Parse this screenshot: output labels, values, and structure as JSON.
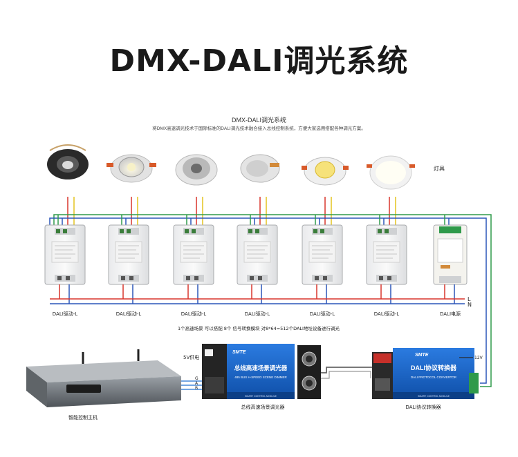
{
  "title": "DMX-DALI调光系统",
  "subtitle": "DMX-DALI调光系统",
  "description": "将DMX高速调光技术于国际标准的DALI调光技术融合接入总线控制系统，方便大家选用搭配各种调光方案。",
  "fixtures_label": "灯具",
  "drivers": [
    {
      "label": "DALI驱动-L"
    },
    {
      "label": "DALI驱动-L"
    },
    {
      "label": "DALI驱动-L"
    },
    {
      "label": "DALI驱动-L"
    },
    {
      "label": "DALI驱动-L"
    },
    {
      "label": "DALI驱动-L"
    }
  ],
  "power_label": "DALI电源",
  "line_L": "L",
  "line_N": "N",
  "note": "1个高速场景 可以搭配  8个 信号转换模块    对8*64=512个DALI地址设备进行调光",
  "psu_label": "5V供电",
  "bus_terminals": [
    "G",
    "A",
    "B"
  ],
  "host_label": "智能控制主机",
  "dimmer": {
    "brand": "SMTE",
    "name": "总线高速场景调光器",
    "name_en": "485 BUS H-SPEED SCENE DIMMER",
    "footer": "SMART CONTROL MODULE",
    "label": "总线高速场景调光器"
  },
  "converter": {
    "brand": "SMTE",
    "name": "DALI协议转换器",
    "name_en": "DALI PROTOCOL CONVERTOR",
    "footer": "SMART CONTROL MODULE",
    "label": "DALI协议转换器",
    "supply": "12V"
  },
  "colors": {
    "red": "#d9342b",
    "blue": "#2a55b8",
    "green": "#2f9a4a",
    "yellow": "#e3c21d",
    "accent": "#1f6fd1"
  }
}
